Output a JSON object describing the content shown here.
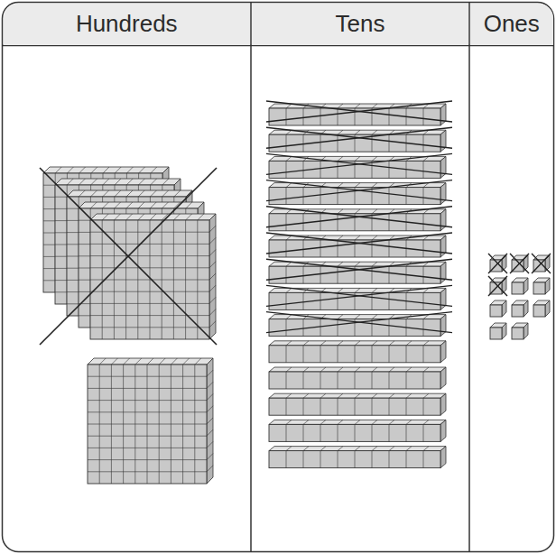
{
  "diagram": {
    "nodes": [
      {
        "text": [
          "Hundreds"
        ]
      },
      {
        "text": [
          "Tens"
        ]
      },
      {
        "text": [
          "Ones"
        ]
      }
    ]
  }
}
